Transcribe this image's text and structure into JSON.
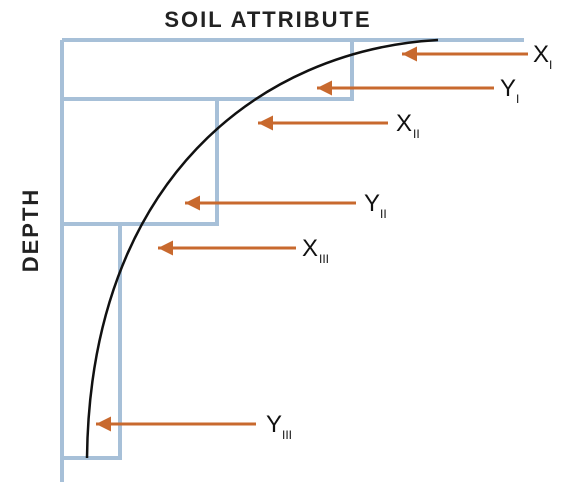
{
  "axis_titles": {
    "x": "SOIL ATTRIBUTE",
    "y": "DEPTH"
  },
  "colors": {
    "box_stroke": "#a7c0d8",
    "curve": "#111111",
    "arrow": "#c8692e"
  },
  "labels": [
    {
      "id": "x1",
      "main": "X",
      "sub": "I"
    },
    {
      "id": "y1",
      "main": "Y",
      "sub": "I"
    },
    {
      "id": "x2",
      "main": "X",
      "sub": "II"
    },
    {
      "id": "y2",
      "main": "Y",
      "sub": "II"
    },
    {
      "id": "x3",
      "main": "X",
      "sub": "III"
    },
    {
      "id": "y3",
      "main": "Y",
      "sub": "III"
    }
  ]
}
